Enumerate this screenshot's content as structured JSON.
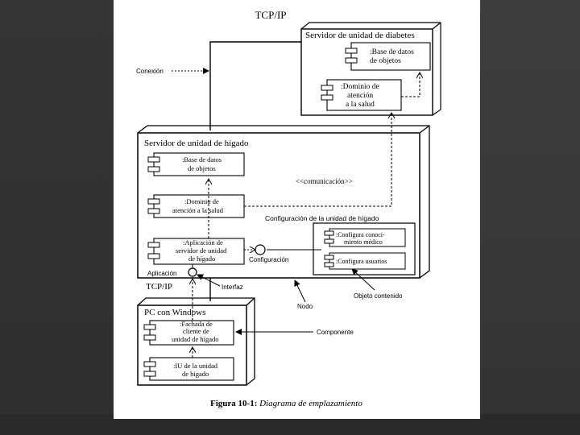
{
  "labels": {
    "tcpip_top": "TCP/IP",
    "tcpip_mid": "TCP/IP",
    "diab_server": "Servidor de unidad de diabetes",
    "diab_db_1": ":Base de datos",
    "diab_db_2": "de objetos",
    "diab_dom_1": ":Dominio de",
    "diab_dom_2": "atención",
    "diab_dom_3": "a la salud",
    "conexion": "Conexión",
    "liver_server": "Servidor de unidad de hígado",
    "liver_db_1": ":Base de datos",
    "liver_db_2": "de objetos",
    "comunicacion": "<<comunicación>>",
    "liver_dom_1": ":Dominio de",
    "liver_dom_2": "atención a la salud",
    "config_unit": "Configuración de la unidad de hígado",
    "cfg_med_1": ":Configura conoci-",
    "cfg_med_2": "miento médico",
    "cfg_users": ":Configura usuarios",
    "app_1": ":Aplicación de",
    "app_2": "servidor de unidad",
    "app_3": "de hígado",
    "aplicacion": "Aplicación",
    "configuracion": "Configuración",
    "interfaz": "Interfaz",
    "objeto_contenido": "Objeto contenido",
    "nodo": "Nodo",
    "pc_windows": "PC con Windows",
    "facade_1": ":Fachada de",
    "facade_2": "cliente de",
    "facade_3": "unidad de hígado",
    "componente": "Componente",
    "iu_1": ":IU de la unidad",
    "iu_2": "de hígado",
    "caption_bold": "Figura 10-1:",
    "caption_italic": " Diagrama de emplazamiento"
  }
}
